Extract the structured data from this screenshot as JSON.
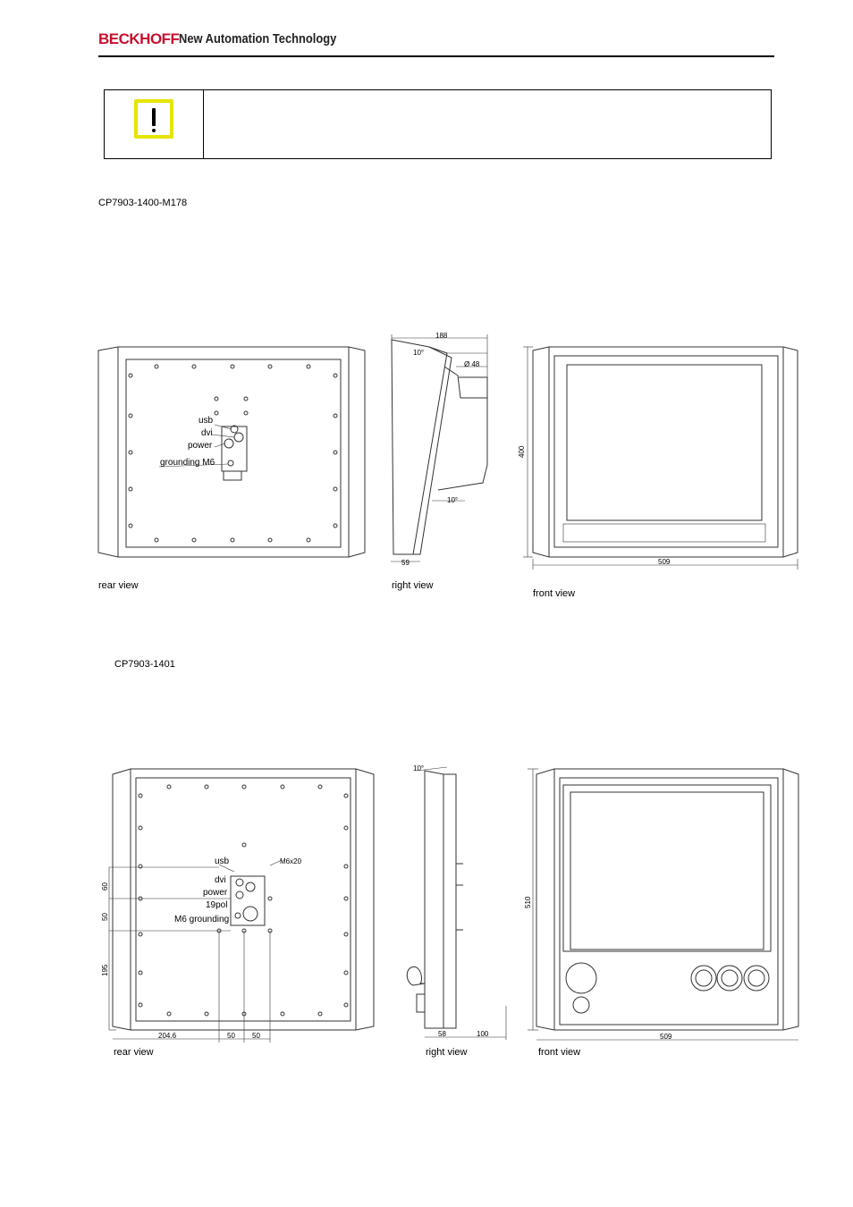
{
  "header": {
    "brand": "BECKHOFF",
    "tagline": "New Automation Technology"
  },
  "section1": {
    "model": "CP7903-1400-M178",
    "rear": {
      "usb": "usb",
      "dvi": "dvi",
      "power": "power",
      "grounding": "grounding M6"
    },
    "right": {
      "width_dim": "188",
      "angle": "10°",
      "diameter": "Ø 48",
      "bottom_angle": "10°",
      "bottom_dim": "59"
    },
    "front": {
      "height_dim": "400",
      "width_dim": "509"
    },
    "labels": {
      "rear": "rear view",
      "right": "right view",
      "front": "front view"
    }
  },
  "section2": {
    "model": "CP7903-1401",
    "rear": {
      "usb": "usb",
      "dvi": "dvi",
      "power": "power",
      "pol": "19pol",
      "grounding": "M6 grounding",
      "screw": "M6x20",
      "dim_60": "60",
      "dim_50v": "50",
      "dim_195": "195",
      "dim_204": "204.6",
      "dim_50a": "50",
      "dim_50b": "50"
    },
    "right": {
      "angle": "10°",
      "dim_58": "58",
      "dim_100": "100"
    },
    "front": {
      "height_dim": "510",
      "width_dim": "509"
    },
    "labels": {
      "rear": "rear view",
      "right": "right view",
      "front": "front view"
    }
  },
  "colors": {
    "brand": "#c8102e",
    "warning_border": "#e5e500"
  },
  "icons": {
    "warning": "exclamation-warning-icon"
  }
}
